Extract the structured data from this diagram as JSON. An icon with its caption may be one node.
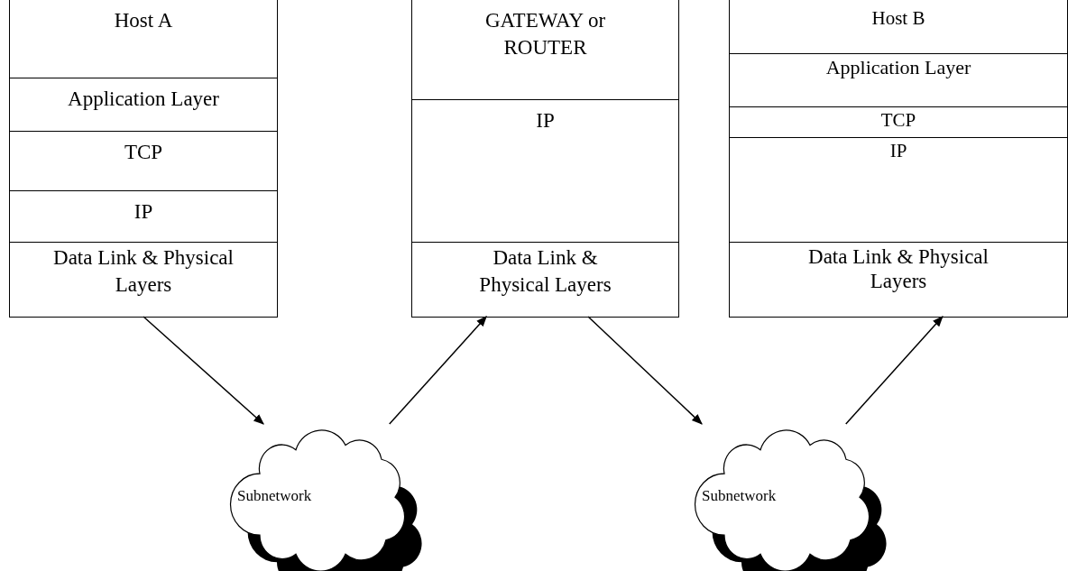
{
  "diagram": {
    "nodes": [
      {
        "text": [],
        "shape": "box"
      },
      {
        "text": [
          "Host A"
        ],
        "in": 0
      },
      {
        "text": [
          "Application Layer"
        ],
        "in": 0
      },
      {
        "text": [
          "TCP"
        ],
        "in": 0
      },
      {
        "text": [
          "IP"
        ],
        "in": 0
      },
      {
        "text": [
          "Data Link & Physical Layers"
        ],
        "in": 0
      },
      {
        "text": [],
        "shape": "box"
      },
      {
        "text": [
          "GATEWAY or ROUTER"
        ],
        "in": 6
      },
      {
        "text": [
          "IP"
        ],
        "in": 6
      },
      {
        "text": [
          "Data Link & Physical Layers"
        ],
        "in": 6
      },
      {
        "text": [],
        "shape": "box"
      },
      {
        "text": [
          "Host B"
        ],
        "in": 10
      },
      {
        "text": [
          "Application Layer"
        ],
        "in": 10
      },
      {
        "text": [
          "TCP"
        ],
        "in": 10
      },
      {
        "text": [
          "IP"
        ],
        "in": 10
      },
      {
        "text": [
          "Data Link & Physical Layers"
        ],
        "in": 10
      },
      {
        "text": [
          "Subnetwork"
        ]
      },
      {
        "text": [
          "Subnetwork"
        ]
      }
    ],
    "edges": [
      {
        "from": 5,
        "to": 16,
        "arrow": "to"
      },
      {
        "from": 16,
        "to": 9,
        "arrow": "to"
      },
      {
        "from": 9,
        "to": 17,
        "arrow": "to"
      },
      {
        "from": 17,
        "to": 15,
        "arrow": "to"
      }
    ]
  }
}
